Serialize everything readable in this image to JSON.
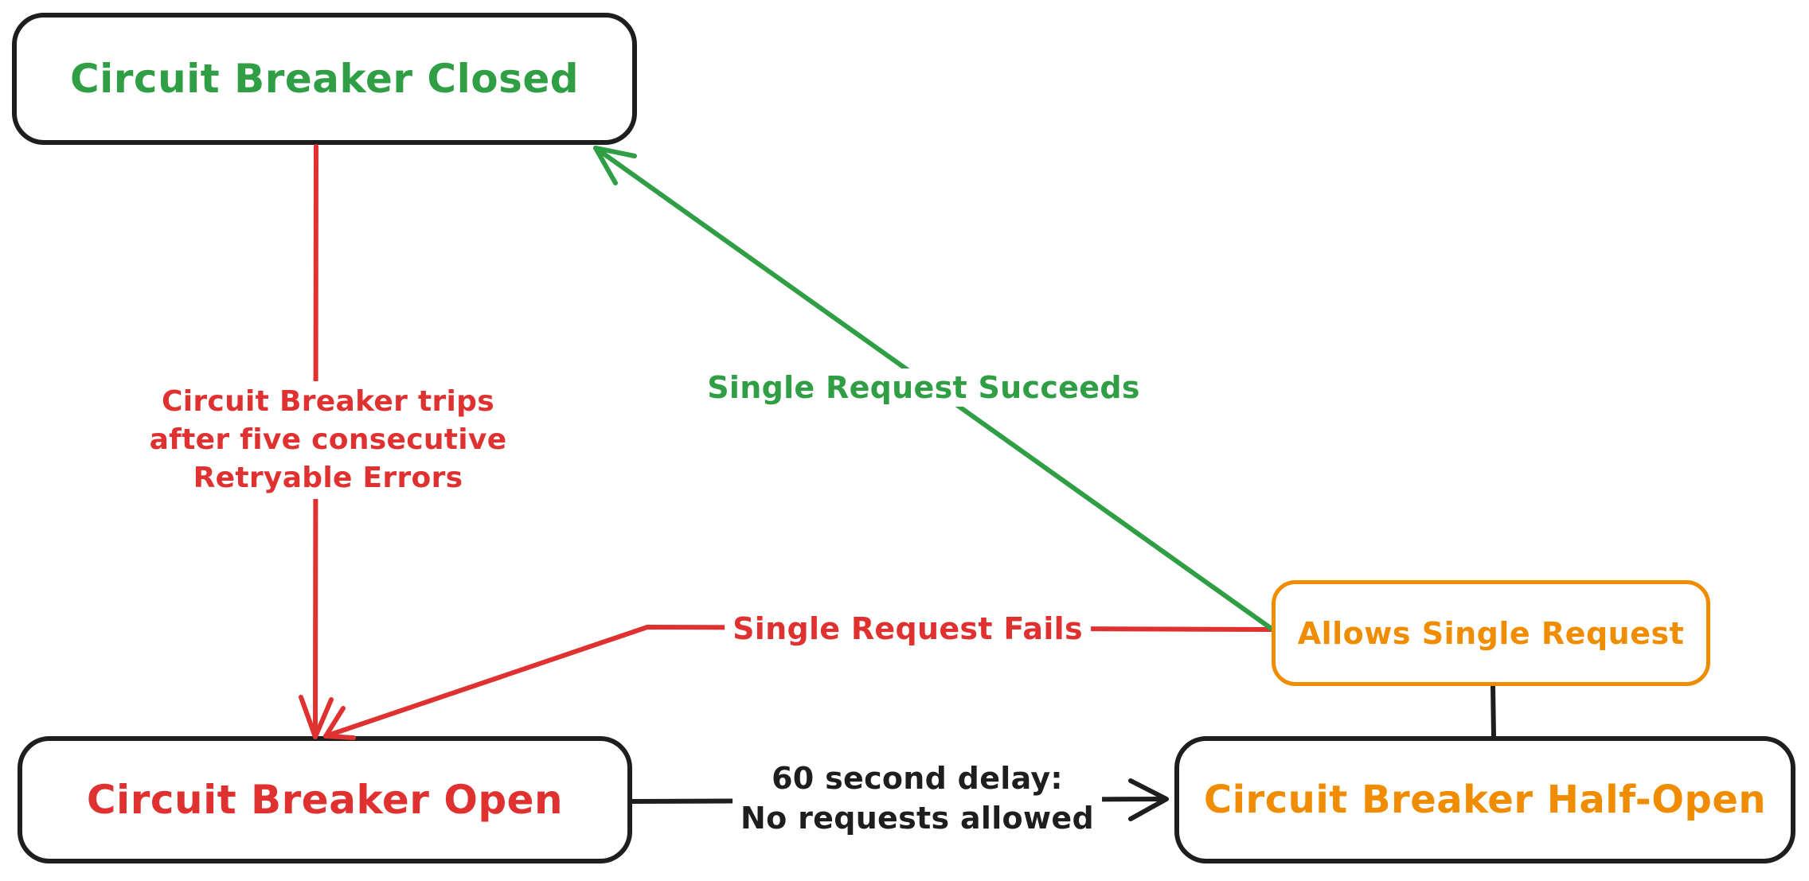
{
  "colors": {
    "green": "#2f9e44",
    "red": "#e03131",
    "orange": "#f08c00",
    "ink": "#1e1e1e",
    "background": "#ffffff"
  },
  "nodes": {
    "closed": {
      "label": "Circuit Breaker Closed"
    },
    "open": {
      "label": "Circuit Breaker Open"
    },
    "half_open": {
      "label": "Circuit Breaker Half-Open"
    },
    "allows": {
      "label": "Allows Single Request"
    }
  },
  "edges": {
    "trips": {
      "lines": [
        "Circuit Breaker trips",
        "after five consecutive",
        "Retryable Errors"
      ],
      "from": "Circuit Breaker Closed",
      "to": "Circuit Breaker Open"
    },
    "succeeds": {
      "label": "Single Request Succeeds",
      "from": "Allows Single Request",
      "to": "Circuit Breaker Closed"
    },
    "fails": {
      "label": "Single Request Fails",
      "from": "Allows Single Request",
      "to": "Circuit Breaker Open"
    },
    "delay": {
      "lines": [
        "60 second delay:",
        "No requests allowed"
      ],
      "from": "Circuit Breaker Open",
      "to": "Circuit Breaker Half-Open"
    },
    "half_open_allows_link": {
      "from": "Circuit Breaker Half-Open",
      "to": "Allows Single Request"
    }
  }
}
